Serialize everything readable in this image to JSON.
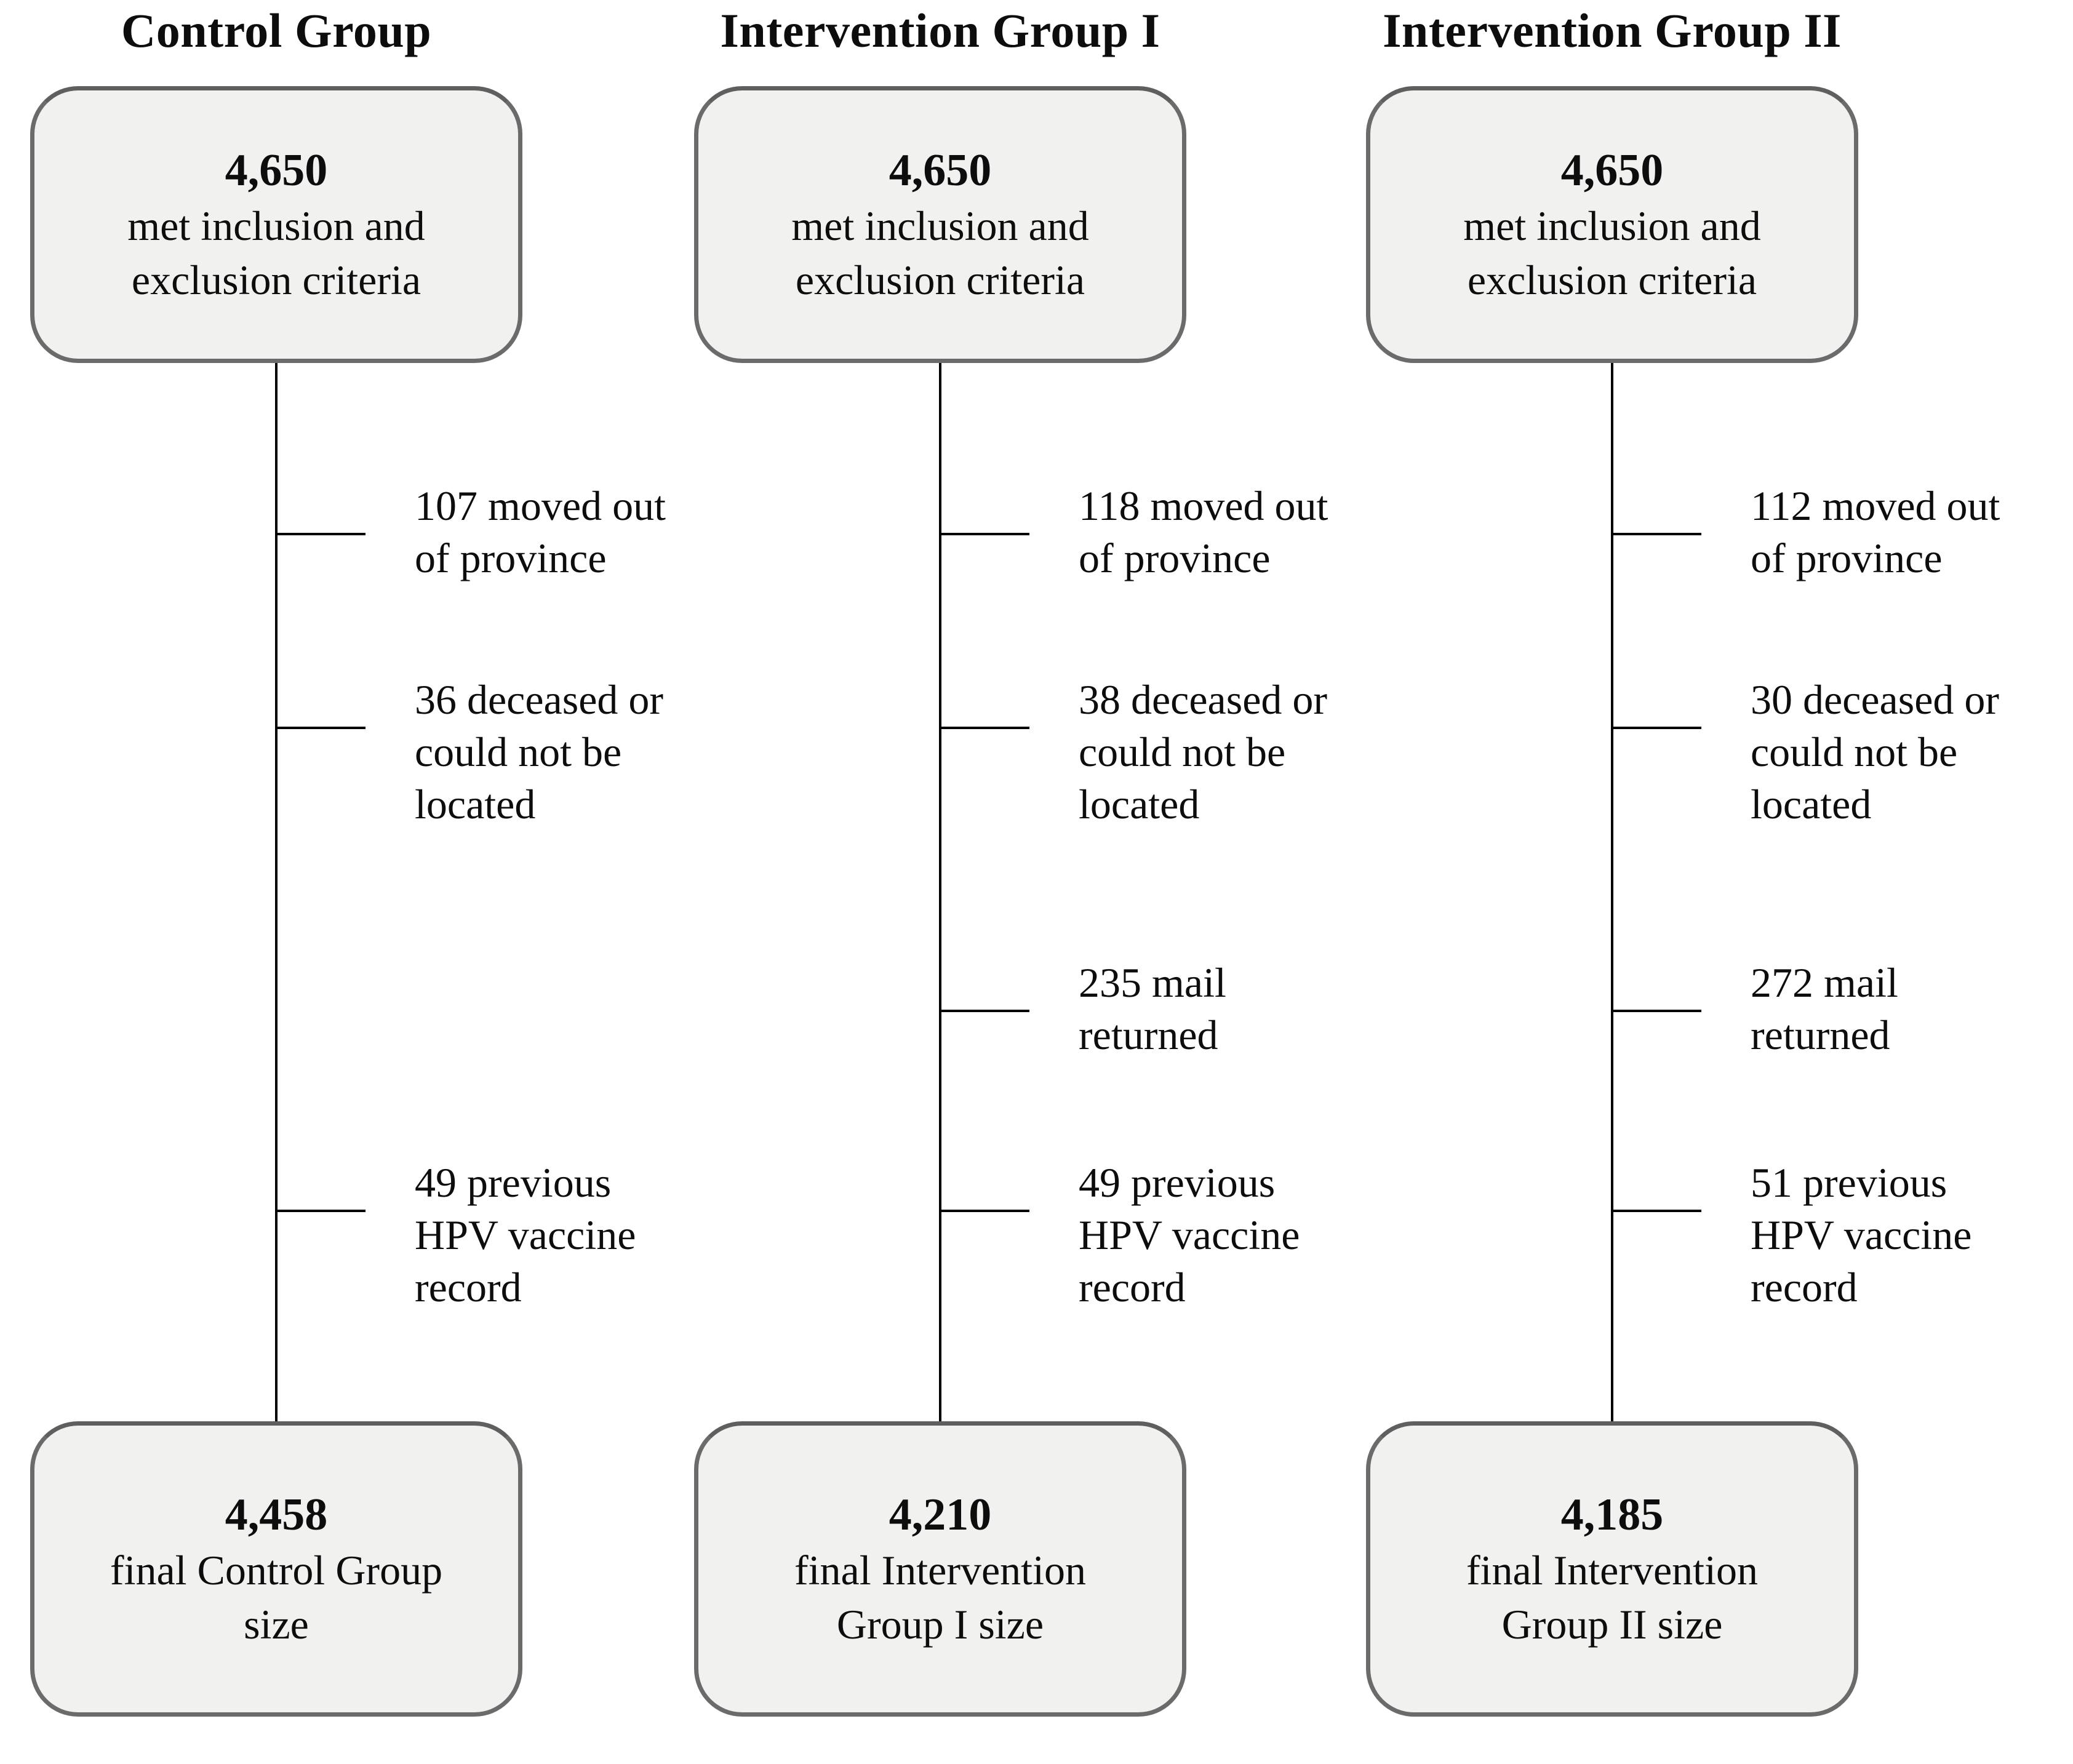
{
  "figure": {
    "type": "trial-flow-diagram",
    "background_color": "#ffffff",
    "box_fill_color": "#f1f1ef",
    "box_border_color": "#6b6b6b",
    "line_color": "#000000"
  },
  "columns": [
    {
      "id": "control",
      "title": "Control Group",
      "top_box": {
        "count": "4,650",
        "label": "met inclusion and\nexclusion criteria"
      },
      "exclusions": [
        {
          "text": "107 moved out\nof province"
        },
        {
          "text": "36 deceased or\ncould not be\nlocated"
        },
        {
          "text": "49 previous\nHPV vaccine\nrecord"
        }
      ],
      "bottom_box": {
        "count": "4,458",
        "label": "final Control Group\nsize"
      }
    },
    {
      "id": "intervention-1",
      "title": "Intervention Group I",
      "top_box": {
        "count": "4,650",
        "label": "met inclusion and\nexclusion criteria"
      },
      "exclusions": [
        {
          "text": "118 moved out\nof province"
        },
        {
          "text": "38 deceased or\ncould not be\nlocated"
        },
        {
          "text": "235 mail\nreturned"
        },
        {
          "text": "49 previous\nHPV vaccine\nrecord"
        }
      ],
      "bottom_box": {
        "count": "4,210",
        "label": "final Intervention\nGroup I size"
      }
    },
    {
      "id": "intervention-2",
      "title": "Intervention Group II",
      "top_box": {
        "count": "4,650",
        "label": "met inclusion and\nexclusion criteria"
      },
      "exclusions": [
        {
          "text": "112 moved out\nof province"
        },
        {
          "text": "30 deceased or\ncould not be\nlocated"
        },
        {
          "text": "272 mail\nreturned"
        },
        {
          "text": "51 previous\nHPV vaccine\nrecord"
        }
      ],
      "bottom_box": {
        "count": "4,185",
        "label": "final Intervention\nGroup II size"
      }
    }
  ]
}
